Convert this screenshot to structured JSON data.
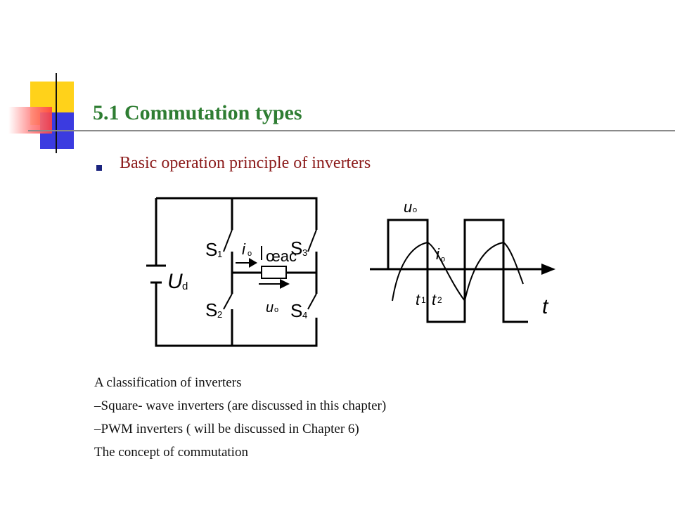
{
  "slide": {
    "title": "5.1 Commutation types",
    "bullet": "Basic operation principle of inverters",
    "lines": [
      "A classification of inverters",
      "–Square- wave inverters (are discussed in this chapter)",
      "–PWM inverters ( will be discussed in Chapter 6)",
      "The concept of commutation"
    ]
  },
  "circuit": {
    "ud": "U",
    "ud_sub": "d",
    "s1": "S",
    "s1_sub": "1",
    "s2": "S",
    "s2_sub": "2",
    "s3": "S",
    "s3_sub": "3",
    "s4": "S",
    "s4_sub": "4",
    "io": "i",
    "io_sub": "o",
    "load": "œac",
    "uo": "u",
    "uo_sub": "o"
  },
  "waveform": {
    "uo": "u",
    "uo_sub": "o",
    "io": "i",
    "io_sub": "o",
    "t1": "t",
    "t1_sub": "1",
    "t2": "t",
    "t2_sub": "2",
    "t_axis": "t"
  },
  "colors": {
    "title": "#2e7d32",
    "subtitle": "#8b1a1a",
    "bullet": "#1a237e",
    "deco_yellow": "#ffd21a",
    "deco_blue": "#3b3be0",
    "deco_red": "#ff5050"
  }
}
